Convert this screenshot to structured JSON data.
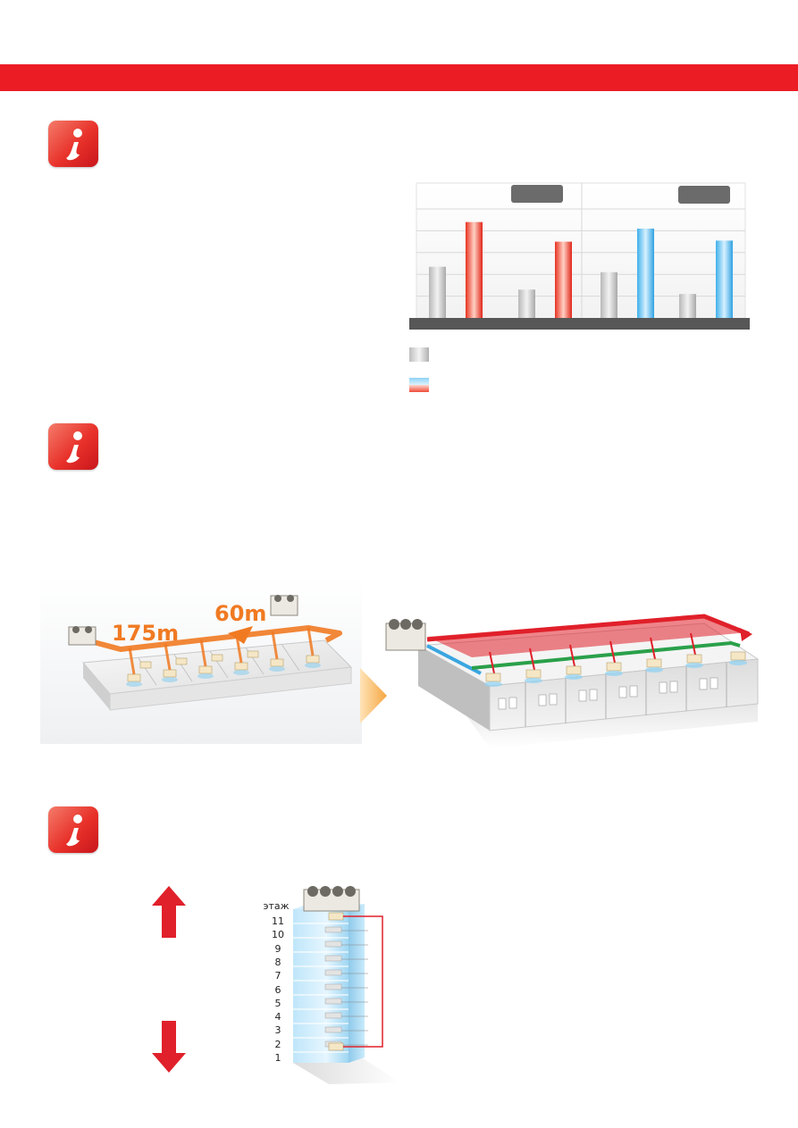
{
  "colors": {
    "brand_red": "#ec1c24",
    "pipe_orange": "#f07a22",
    "pipe_red": "#e0202a",
    "pipe_blue": "#3aa6e0",
    "pipe_green": "#2aa04a"
  },
  "icons": [
    "info-icon",
    "info-icon",
    "info-icon",
    "up-arrow-icon",
    "down-arrow-icon",
    "chevron-right-icon"
  ],
  "piping_diagram": {
    "length_label_1": "175m",
    "length_label_2": "60m"
  },
  "building": {
    "floor_header": "этаж",
    "floors": [
      "11",
      "10",
      "9",
      "8",
      "7",
      "6",
      "5",
      "4",
      "3",
      "2",
      "1"
    ]
  },
  "chart_data": {
    "type": "bar",
    "groups": 2,
    "categories": [
      "",
      "",
      "",
      ""
    ],
    "series": [
      {
        "color": "gray",
        "values": [
          47,
          26,
          42,
          22
        ]
      },
      {
        "color": "red/blue",
        "values": [
          88,
          70,
          82,
          71
        ]
      }
    ],
    "ylim": [
      0,
      100
    ],
    "grid": true,
    "legend_position": "bottom"
  }
}
